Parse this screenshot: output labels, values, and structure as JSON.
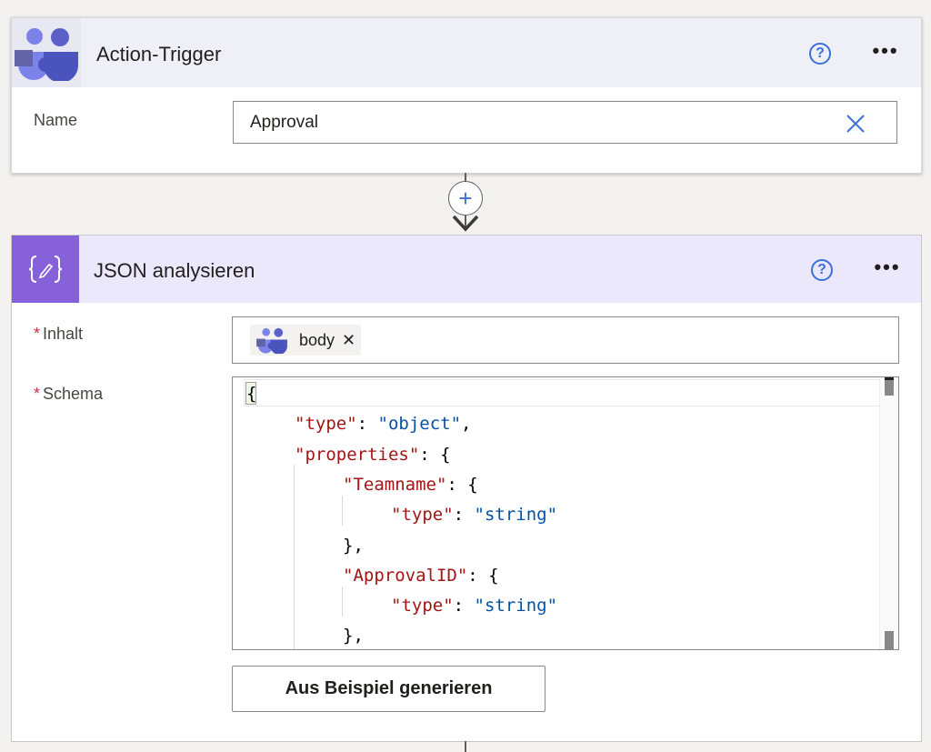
{
  "trigger_card": {
    "title": "Action-Trigger",
    "icon": "teams-icon",
    "help_icon": "help-icon",
    "more_label": "•••",
    "name_label": "Name",
    "name_value": "Approval"
  },
  "connector": {
    "add_label": "+"
  },
  "json_card": {
    "title": "JSON analysieren",
    "icon": "json-braces-icon",
    "icon_text": "{⁄}",
    "more_label": "•••",
    "required_mark": "*",
    "inhalt_label": "Inhalt",
    "schema_label": "Schema",
    "token_label": "body",
    "token_remove": "✕",
    "schema_lines": [
      {
        "indent": 0,
        "key": "",
        "sep": "",
        "value": "",
        "tail": "{"
      },
      {
        "indent": 1,
        "key": "\"type\"",
        "sep": ": ",
        "value": "\"object\"",
        "tail": ","
      },
      {
        "indent": 1,
        "key": "\"properties\"",
        "sep": ": ",
        "value": "",
        "tail": "{"
      },
      {
        "indent": 2,
        "key": "\"Teamname\"",
        "sep": ": ",
        "value": "",
        "tail": "{"
      },
      {
        "indent": 3,
        "key": "\"type\"",
        "sep": ": ",
        "value": "\"string\"",
        "tail": ""
      },
      {
        "indent": 2,
        "key": "",
        "sep": "",
        "value": "",
        "tail": "},"
      },
      {
        "indent": 2,
        "key": "\"ApprovalID\"",
        "sep": ": ",
        "value": "",
        "tail": "{"
      },
      {
        "indent": 3,
        "key": "\"type\"",
        "sep": ": ",
        "value": "\"string\"",
        "tail": ""
      },
      {
        "indent": 2,
        "key": "",
        "sep": "",
        "value": "",
        "tail": "},"
      }
    ],
    "generate_button": "Aus Beispiel generieren"
  }
}
